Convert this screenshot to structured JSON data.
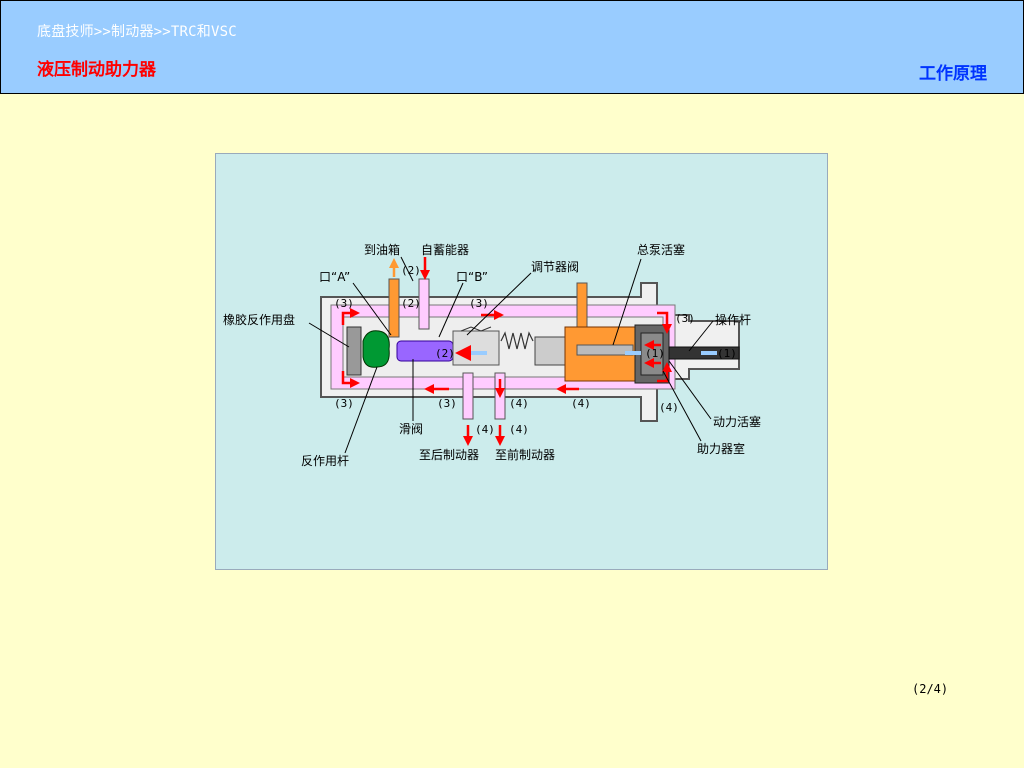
{
  "header": {
    "breadcrumb": "底盘技师>>制动器>>TRC和VSC",
    "title": "液压制动助力器",
    "section": "工作原理"
  },
  "diagram": {
    "labels": {
      "to_tank": "到油箱",
      "from_accumulator": "自蓄能器",
      "port_a": "口“A”",
      "port_b": "口“B”",
      "regulator_valve": "调节器阀",
      "master_piston": "总泵活塞",
      "rubber_disc": "橡胶反作用盘",
      "operating_rod": "操作杆",
      "power_piston": "动力活塞",
      "booster_chamber": "助力器室",
      "spool_valve": "滑阀",
      "reaction_rod": "反作用杆",
      "to_rear_brake": "至后制动器",
      "to_front_brake": "至前制动器"
    },
    "markers": {
      "m1": "(1)",
      "m2": "(2)",
      "m3": "(3)",
      "m4": "(4)"
    },
    "colors": {
      "pressure_arrow": "#ff0000",
      "tank_arrow": "#ff9933",
      "fluid_pink": "#ffccff",
      "fluid_purple": "#9966ff",
      "oil_orange": "#ff9933",
      "body_grey": "#e6e6e6",
      "flow_blue": "#99ccff"
    }
  },
  "footer": {
    "page": "(2/4)"
  }
}
